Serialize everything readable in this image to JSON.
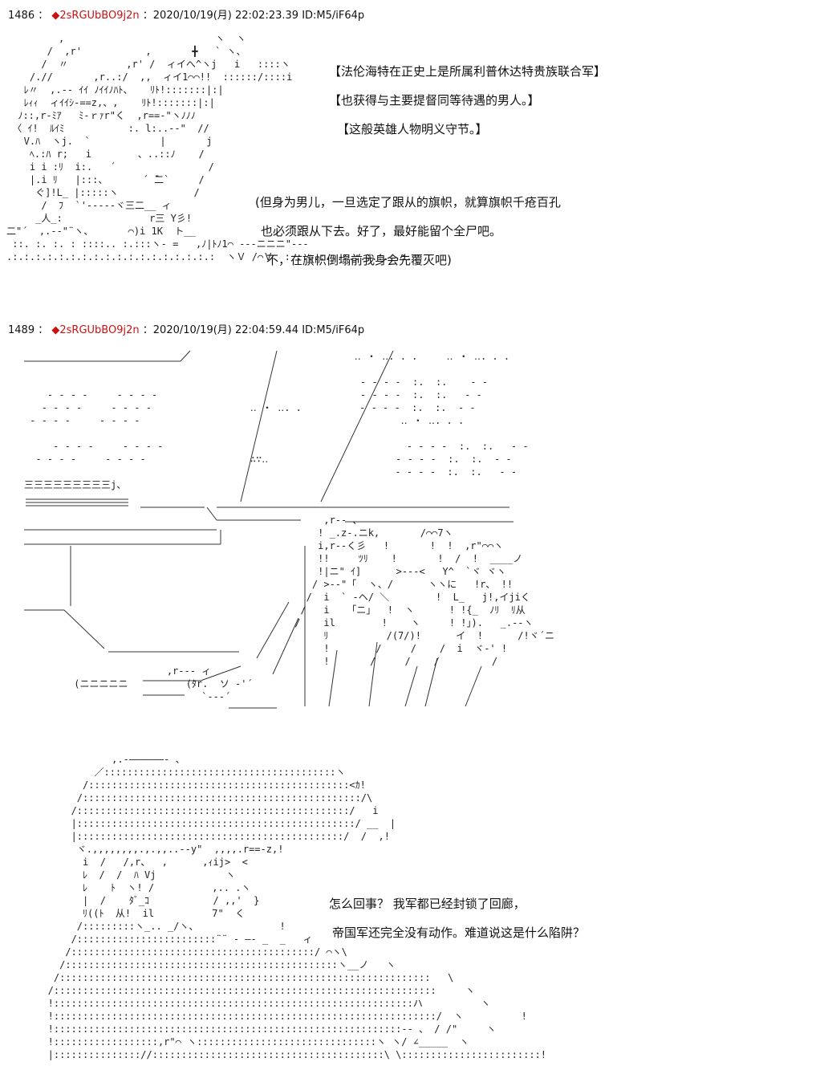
{
  "posts": [
    {
      "number": "1486",
      "separator": "：",
      "diamond": "◆",
      "trip": "2sRGUbBO9j2n",
      "colon": "：",
      "date": "2020/10/19(月) 22:02:23.39",
      "id": "ID:M5/iF64p"
    },
    {
      "number": "1489",
      "separator": "：",
      "diamond": "◆",
      "trip": "2sRGUbBO9j2n",
      "colon": "：",
      "date": "2020/10/19(月) 22:04:59.44",
      "id": "ID:M5/iF64p"
    }
  ],
  "dialogue": {
    "block1": [
      "【法伦海特在正史上是所属利普休达特贵族联合军】",
      "【也获得与主要提督同等待遇的男人。】",
      "【这般英雄人物明义守节。】"
    ],
    "block2": [
      "(但身为男儿，一旦选定了跟从的旗帜，就算旗帜千疮百孔",
      "也必须跟从下去。好了，最好能留个全尸吧。",
      "不，在旗帜倒塌前我身会先覆灭吧)"
    ],
    "block3": [
      "怎么回事？  我军都已经封锁了回廊，",
      "帝国军还完全没有动作。难道说这是什么陷阱？"
    ]
  },
  "colors": {
    "trip": "#cc1111",
    "text": "#111111",
    "background": "#ffffff"
  }
}
